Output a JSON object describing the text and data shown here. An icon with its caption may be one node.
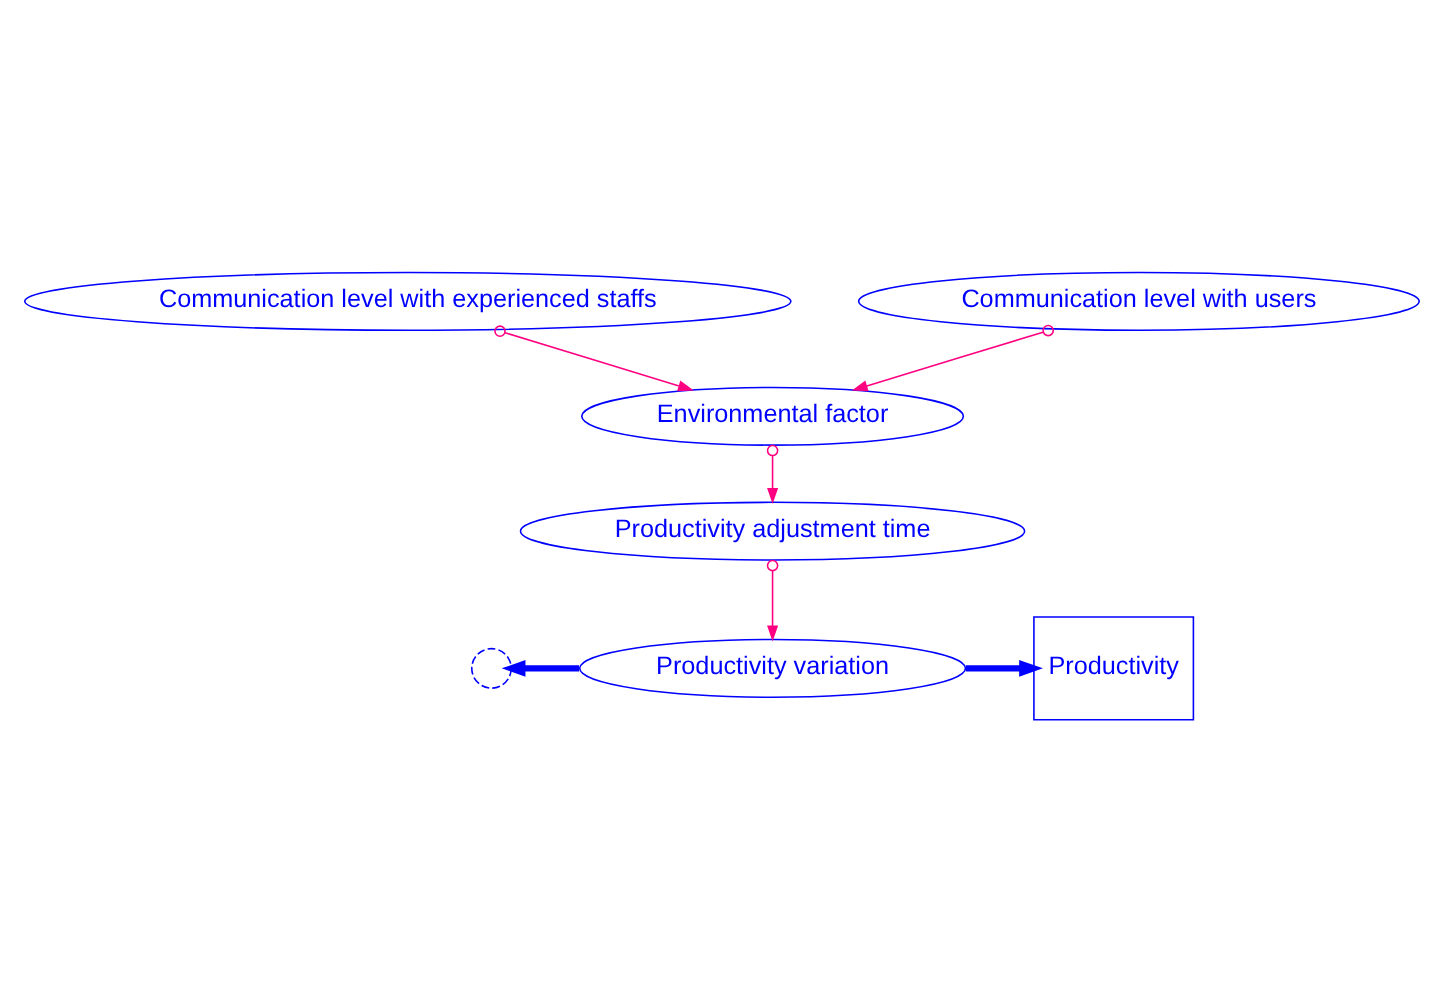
{
  "diagram": {
    "nodes": [
      {
        "text": [
          "Communication level with experienced staffs"
        ]
      },
      {
        "text": [
          "Communication level with users"
        ]
      },
      {
        "text": [
          "Environmental factor"
        ]
      },
      {
        "text": [
          "Productivity adjustment time"
        ]
      },
      {
        "text": [],
        "shape": "cloud"
      },
      {
        "text": [
          "Productivity variation"
        ]
      },
      {
        "text": [
          "Productivity"
        ]
      }
    ],
    "edges": [
      {
        "from": 0,
        "to": 2,
        "arrow": "to"
      },
      {
        "from": 1,
        "to": 2,
        "arrow": "to"
      },
      {
        "from": 2,
        "to": 3,
        "arrow": "to"
      },
      {
        "from": 3,
        "to": 5,
        "arrow": "to"
      },
      {
        "from": 5,
        "to": 4,
        "arrow": "to",
        "style": "thick",
        "color": "#0000ff"
      },
      {
        "from": 5,
        "to": 6,
        "arrow": "to",
        "style": "thick",
        "color": "#0000ff"
      }
    ]
  }
}
